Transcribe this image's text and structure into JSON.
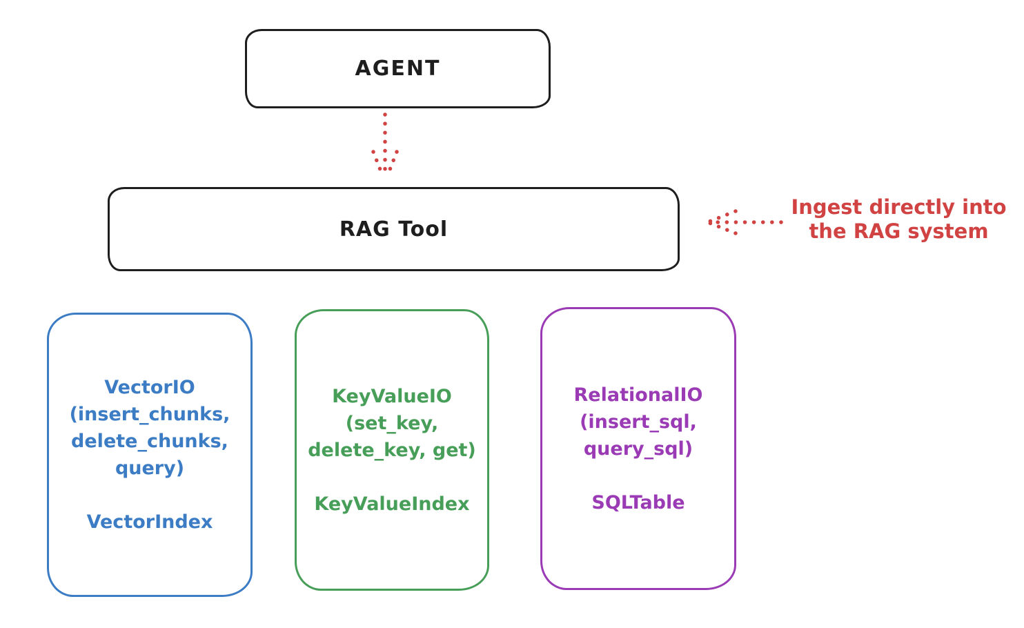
{
  "agent_box": {
    "label": "AGENT"
  },
  "rag_tool_box": {
    "label": "RAG Tool"
  },
  "ingest_annotation": {
    "line1": "Ingest directly into",
    "line2": "the RAG system"
  },
  "backends": [
    {
      "name": "VectorIO",
      "methods": [
        "(insert_chunks,",
        "delete_chunks,",
        "query)"
      ],
      "index_class": "VectorIndex",
      "color": "#3b7cc4"
    },
    {
      "name": "KeyValueIO",
      "methods": [
        "(set_key,",
        "delete_key, get)"
      ],
      "index_class": "KeyValueIndex",
      "color": "#479e58"
    },
    {
      "name": "RelationalIO",
      "methods": [
        "(insert_sql,",
        "query_sql)"
      ],
      "index_class": "SQLTable",
      "color": "#9a3bb5"
    }
  ],
  "colors": {
    "stroke_black": "#1e1e1e",
    "accent_red": "#d14343",
    "vector_blue": "#3b7cc4",
    "keyvalue_green": "#479e58",
    "relational_purple": "#9a3bb5",
    "background": "#ffffff"
  }
}
